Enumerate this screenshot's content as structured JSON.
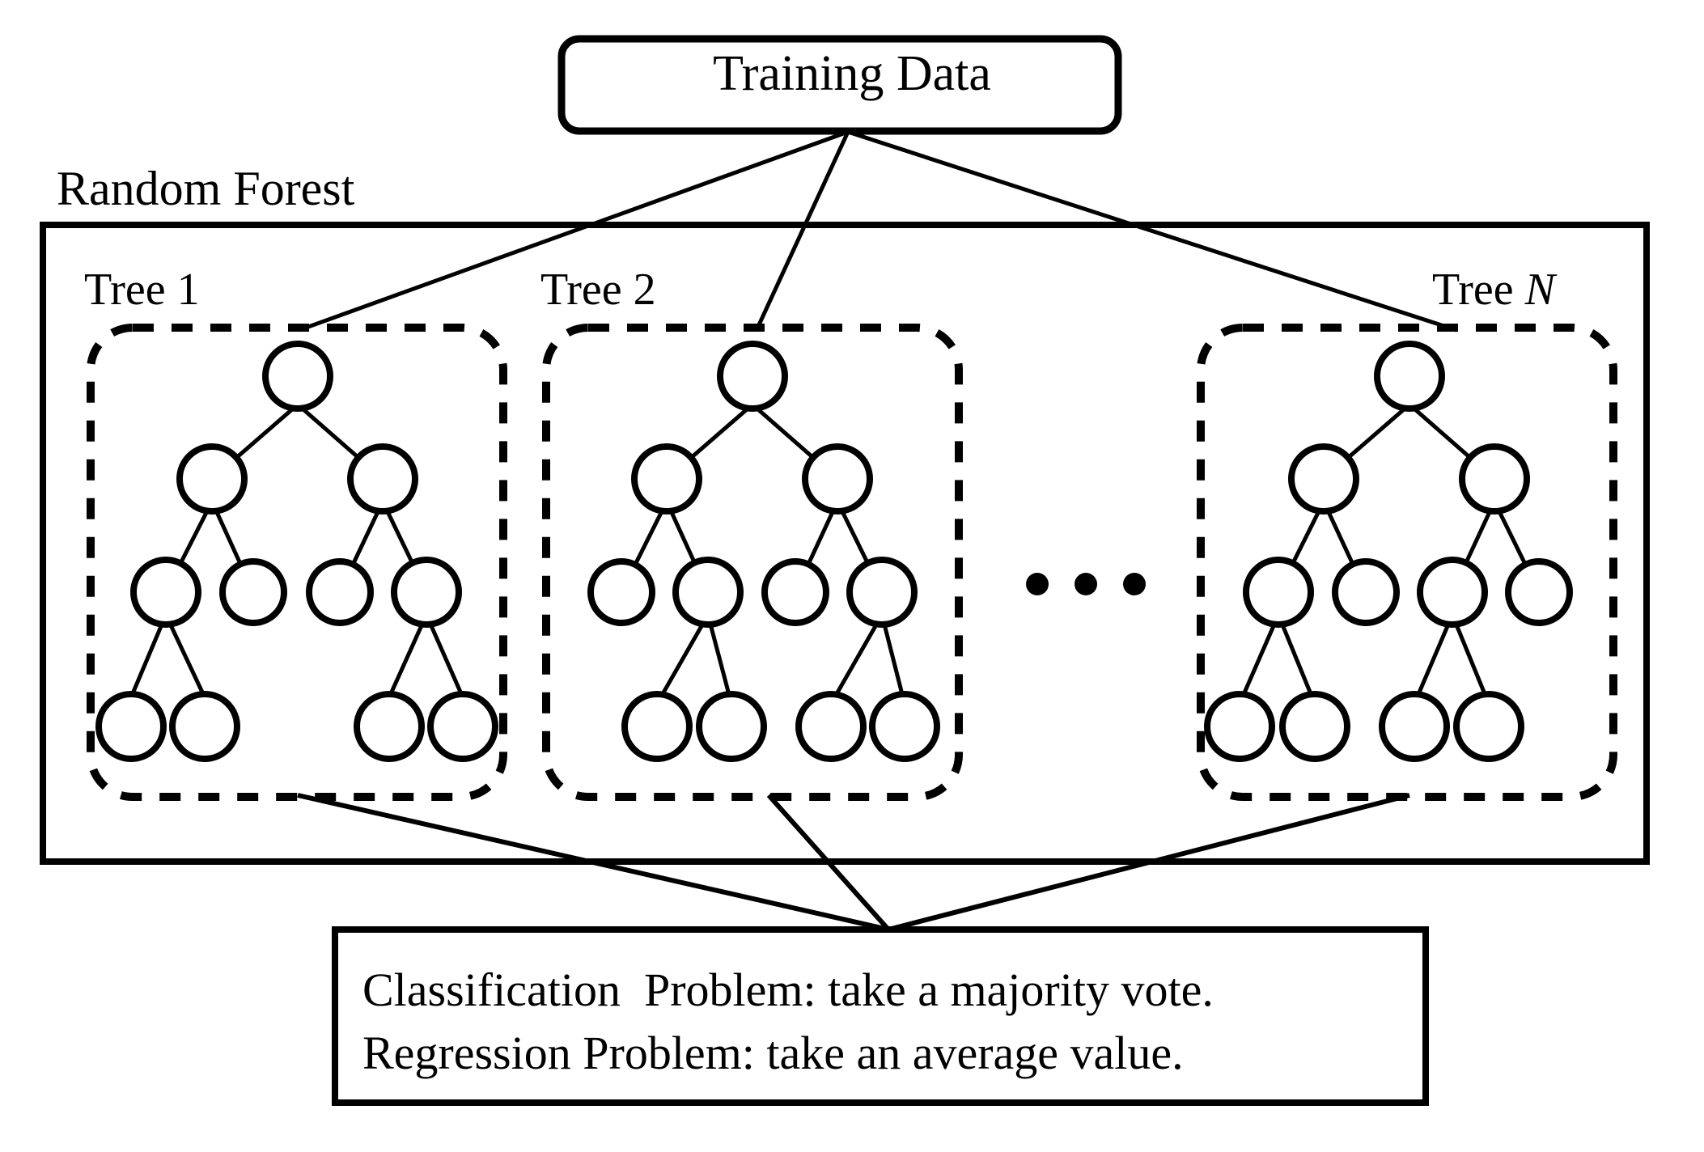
{
  "diagram": {
    "title_box": {
      "label": "Training Data",
      "shape": "rounded-rectangle"
    },
    "forest": {
      "label": "Random Forest",
      "shape": "rectangle",
      "trees": [
        {
          "label_prefix": "Tree ",
          "label_suffix": "1",
          "italic_suffix": false
        },
        {
          "label_prefix": "Tree ",
          "label_suffix": "2",
          "italic_suffix": false
        },
        {
          "label_prefix": "Tree ",
          "label_suffix": "N",
          "italic_suffix": true
        }
      ],
      "ellipsis": "• • •"
    },
    "output_box": {
      "line1": "Classification  Problem: take a majority vote.",
      "line2": "Regression Problem: take an average value."
    },
    "colors": {
      "stroke": "#000000",
      "background": "#ffffff"
    }
  },
  "chart_data": {
    "type": "diagram",
    "title": "Random Forest",
    "nodes": [
      "Training Data",
      "Tree 1",
      "Tree 2",
      "Tree N",
      "Classification  Problem: take a majority vote.",
      "Regression Problem: take an average value."
    ],
    "tree_structure": {
      "levels": 4,
      "level_counts": [
        1,
        2,
        4,
        4
      ],
      "tree_1_leaf_parents": [
        1,
        4
      ],
      "tree_2_leaf_parents": [
        2,
        4
      ],
      "tree_N_leaf_parents": [
        1,
        3
      ]
    },
    "edges": [
      {
        "from": "Training Data",
        "to": "Tree 1"
      },
      {
        "from": "Training Data",
        "to": "Tree 2"
      },
      {
        "from": "Training Data",
        "to": "Tree N"
      },
      {
        "from": "Tree 1",
        "to": "Output"
      },
      {
        "from": "Tree 2",
        "to": "Output"
      },
      {
        "from": "Tree N",
        "to": "Output"
      }
    ]
  }
}
